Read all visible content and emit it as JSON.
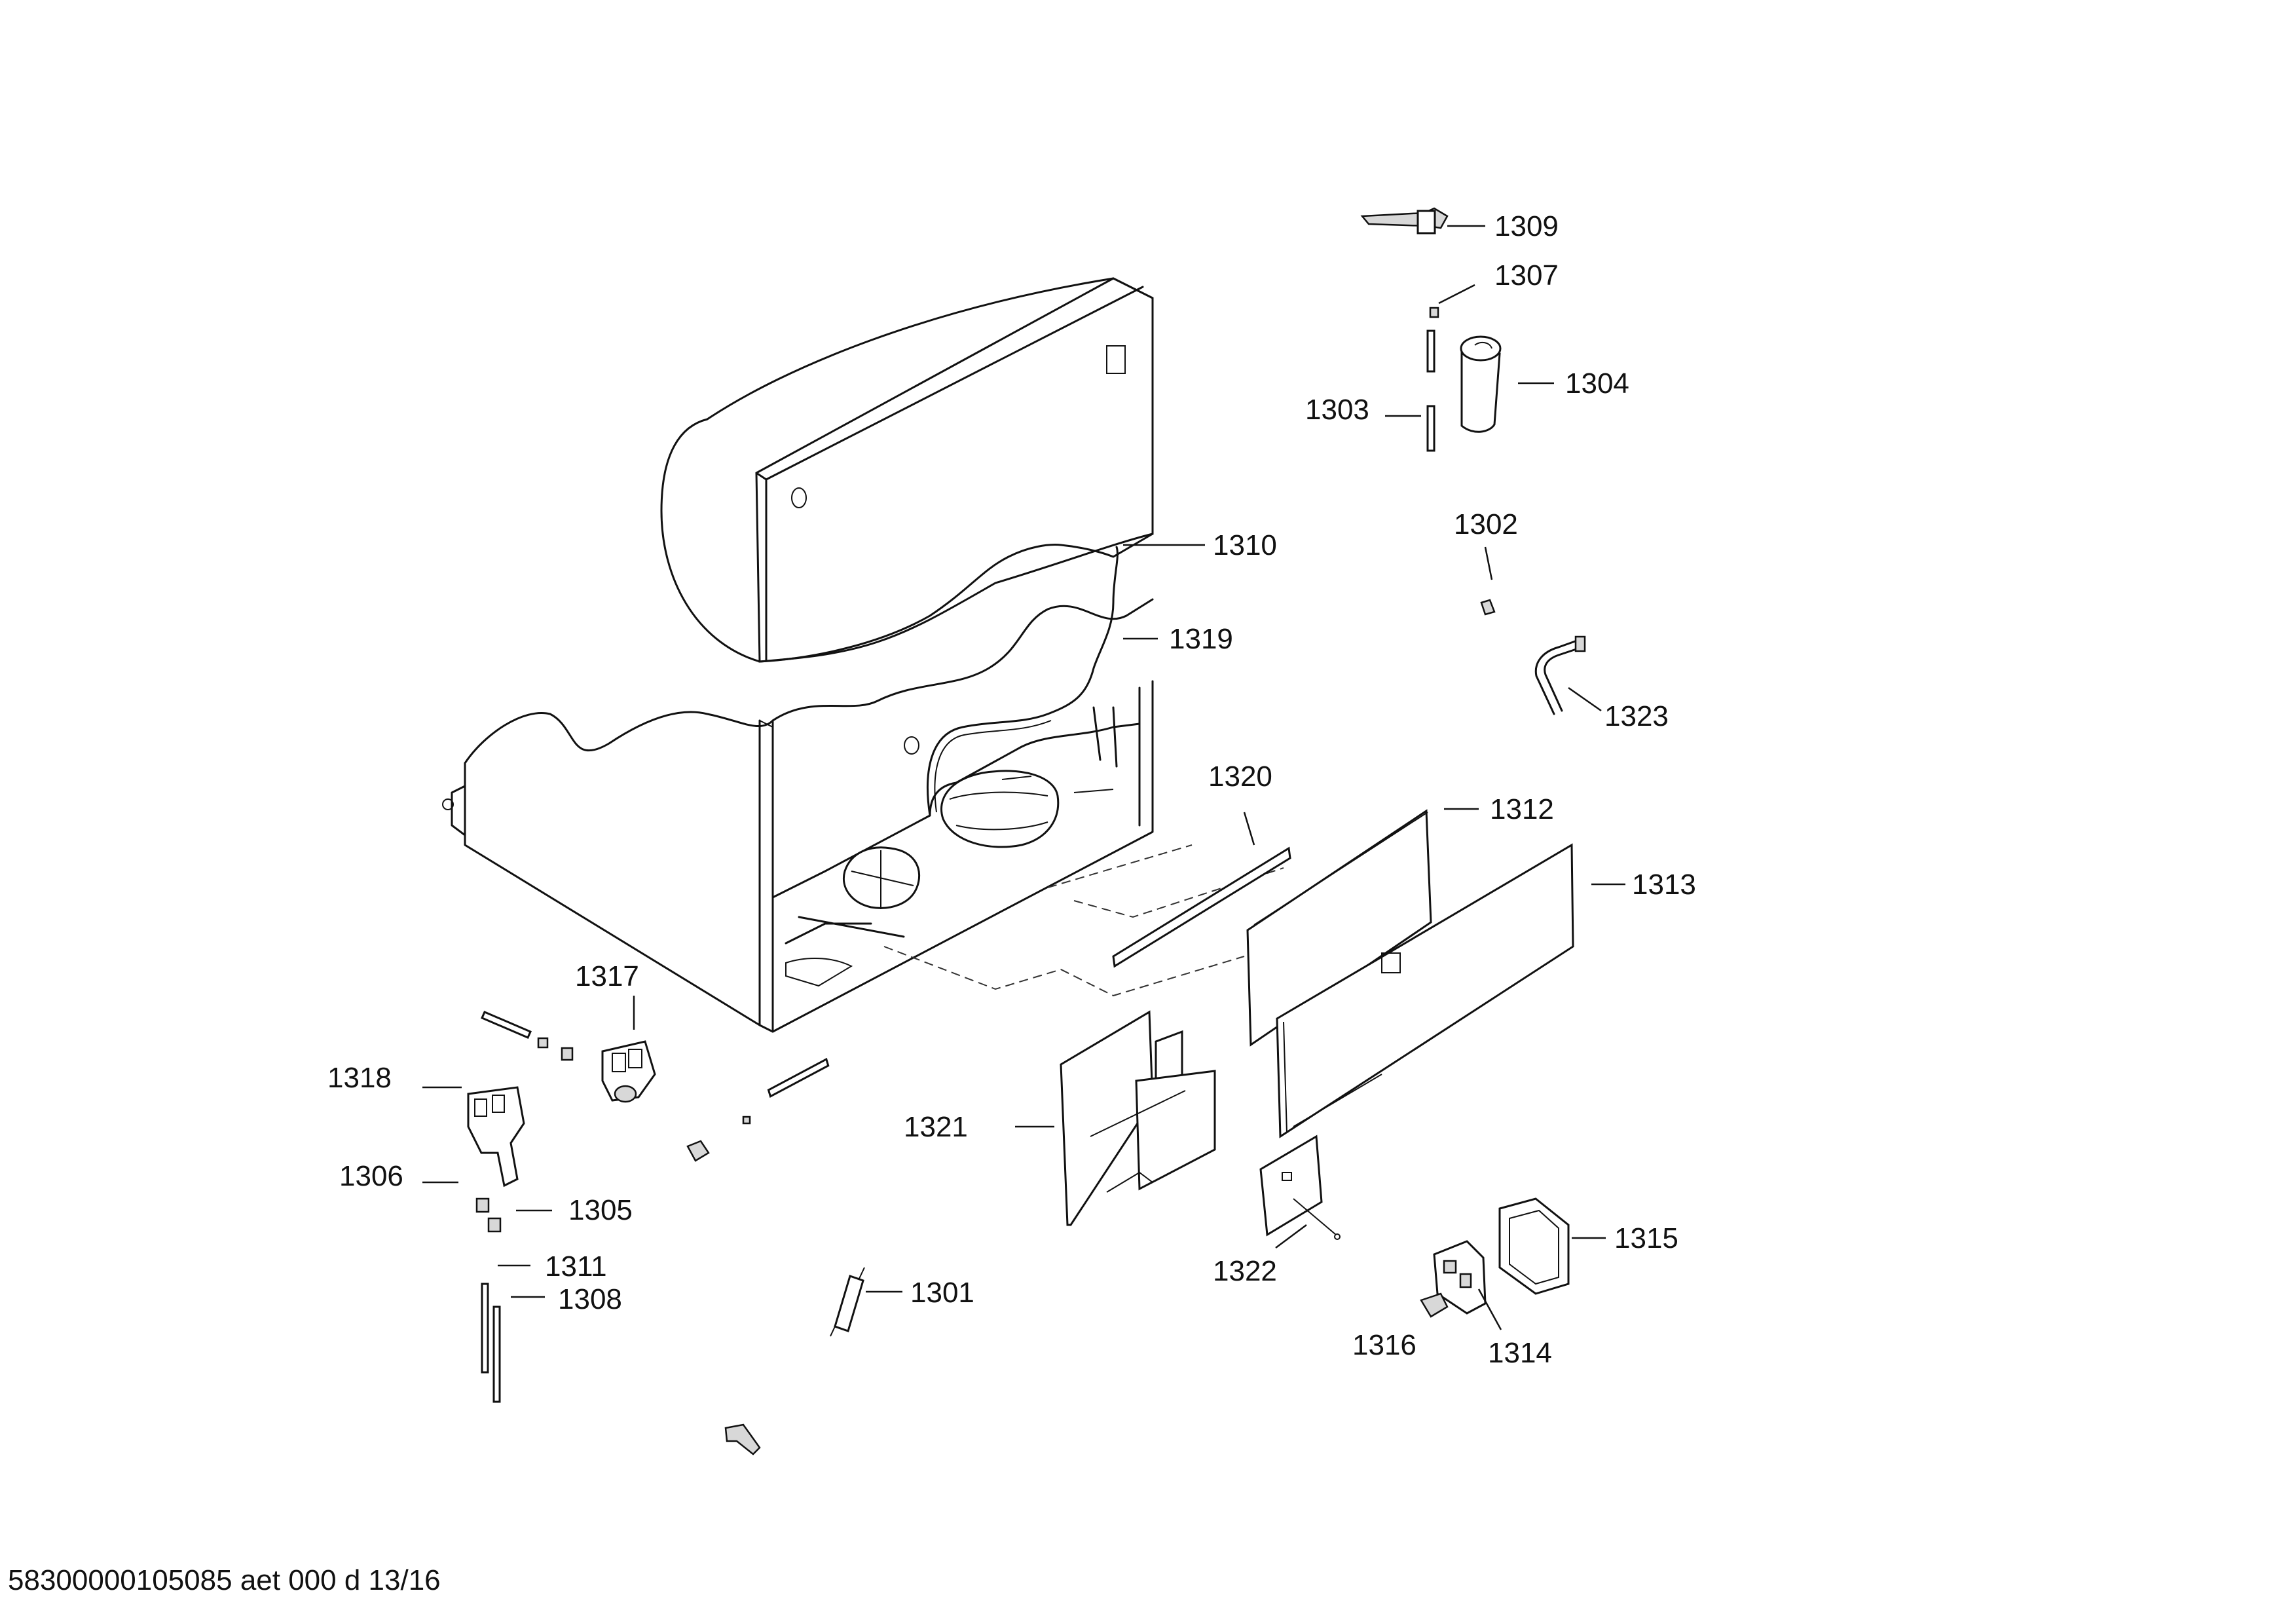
{
  "footer": {
    "doc_id": "58300000105085 aet 000 d 13/16"
  },
  "callouts": [
    {
      "id": "p1309",
      "label": "1309"
    },
    {
      "id": "p1307",
      "label": "1307"
    },
    {
      "id": "p1304",
      "label": "1304"
    },
    {
      "id": "p1303",
      "label": "1303"
    },
    {
      "id": "p1302",
      "label": "1302"
    },
    {
      "id": "p1310",
      "label": "1310"
    },
    {
      "id": "p1319",
      "label": "1319"
    },
    {
      "id": "p1323",
      "label": "1323"
    },
    {
      "id": "p1320",
      "label": "1320"
    },
    {
      "id": "p1312",
      "label": "1312"
    },
    {
      "id": "p1313",
      "label": "1313"
    },
    {
      "id": "p1317",
      "label": "1317"
    },
    {
      "id": "p1318",
      "label": "1318"
    },
    {
      "id": "p1321",
      "label": "1321"
    },
    {
      "id": "p1306",
      "label": "1306"
    },
    {
      "id": "p1305",
      "label": "1305"
    },
    {
      "id": "p1315",
      "label": "1315"
    },
    {
      "id": "p1322",
      "label": "1322"
    },
    {
      "id": "p1311",
      "label": "1311"
    },
    {
      "id": "p1308",
      "label": "1308"
    },
    {
      "id": "p1301",
      "label": "1301"
    },
    {
      "id": "p1316",
      "label": "1316"
    },
    {
      "id": "p1314",
      "label": "1314"
    }
  ]
}
